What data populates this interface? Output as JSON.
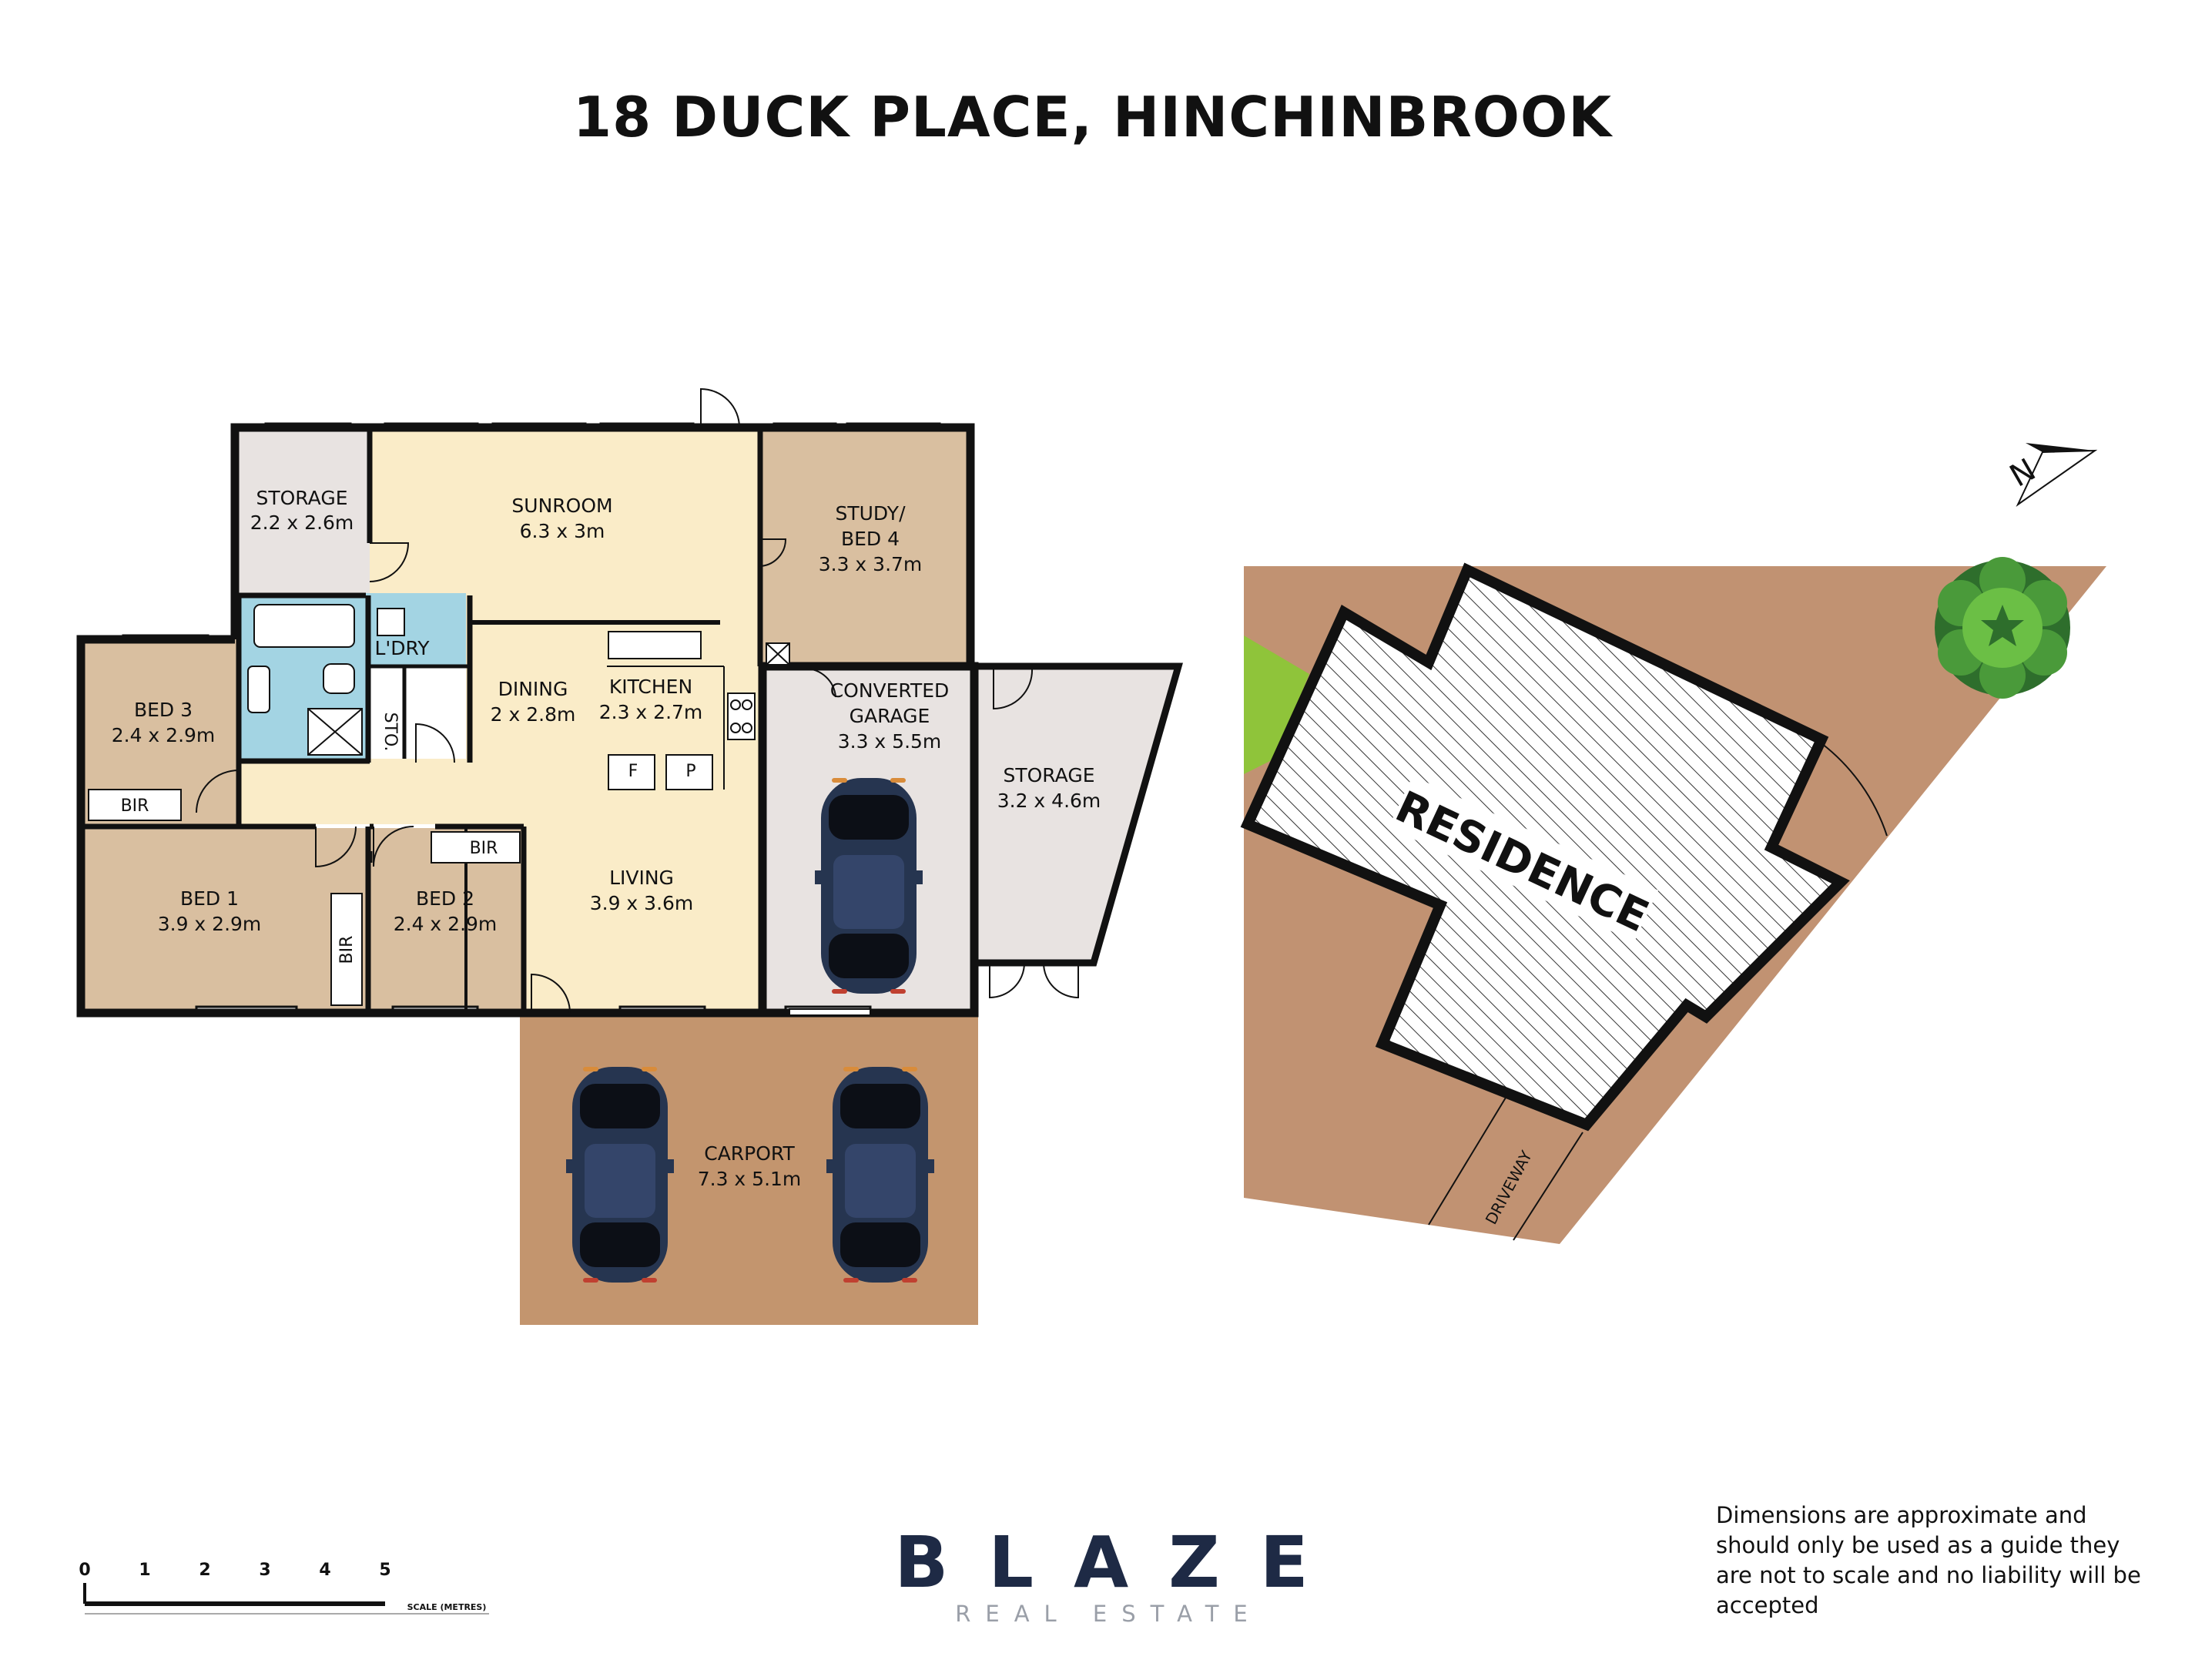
{
  "title": "18 DUCK PLACE, HINCHINBROOK",
  "rooms": {
    "storage_a": {
      "name": "STORAGE",
      "size": "2.2 x 2.6m"
    },
    "sunroom": {
      "name": "SUNROOM",
      "size": "6.3 x 3m"
    },
    "study": {
      "name": "STUDY/",
      "name2": "BED 4",
      "size": "3.3 x 3.7m"
    },
    "bed3": {
      "name": "BED 3",
      "size": "2.4 x 2.9m"
    },
    "laundry": {
      "name": "L'DRY"
    },
    "sto": {
      "name": "STO."
    },
    "dining": {
      "name": "DINING",
      "size": "2 x 2.8m"
    },
    "kitchen": {
      "name": "KITCHEN",
      "size": "2.3 x 2.7m"
    },
    "fridge": {
      "name": "F"
    },
    "pantry": {
      "name": "P"
    },
    "garage": {
      "name": "CONVERTED",
      "name2": "GARAGE",
      "size": "3.3 x 5.5m"
    },
    "storage_b": {
      "name": "STORAGE",
      "size": "3.2 x 4.6m"
    },
    "bir3": {
      "name": "BIR"
    },
    "bed1": {
      "name": "BED 1",
      "size": "3.9 x 2.9m"
    },
    "bir1": {
      "name": "BIR"
    },
    "bed2": {
      "name": "BED 2",
      "size": "2.4 x 2.9m"
    },
    "bir2": {
      "name": "BIR"
    },
    "living": {
      "name": "LIVING",
      "size": "3.9 x 3.6m"
    },
    "carport": {
      "name": "CARPORT",
      "size": "7.3 x 5.1m"
    }
  },
  "site": {
    "residence_label": "RESIDENCE",
    "driveway_label": "DRIVEWAY",
    "north_label": "N"
  },
  "scale": {
    "ticks": [
      "0",
      "1",
      "2",
      "3",
      "4",
      "5"
    ],
    "label": "SCALE (METRES)"
  },
  "brand": {
    "name": "BLAZE",
    "sub": "REAL ESTATE"
  },
  "disclaimer": "Dimensions are approximate and should only be used as a guide they are not to scale and no liability will be accepted",
  "colors": {
    "beige": "#d9bfa0",
    "cream": "#faecc8",
    "grey": "#e8e3e1",
    "blue": "#a3d4e3",
    "carport": "#c3956e",
    "site": "#c19272",
    "lawn": "#8fc43a",
    "wall": "#111111",
    "brand": "#1e2a45"
  }
}
